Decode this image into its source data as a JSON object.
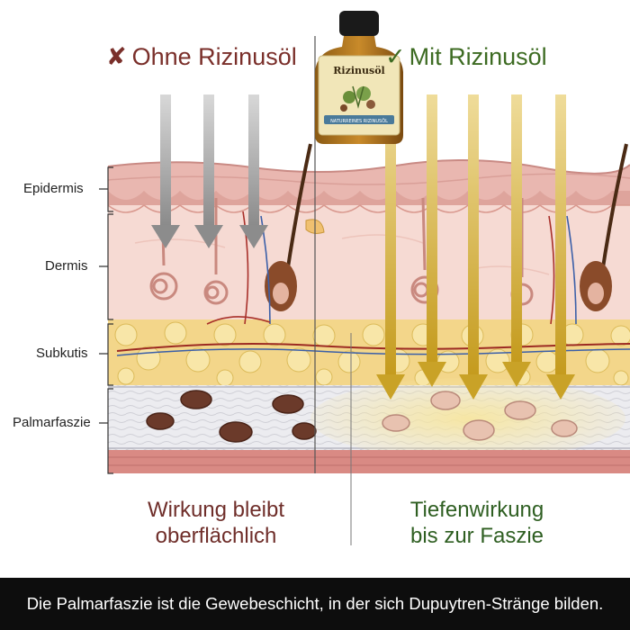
{
  "headers": {
    "left_mark": "✘",
    "left": "Ohne Rizinusöl",
    "right_mark": "✓",
    "right": "Mit Rizinusöl"
  },
  "bottle": {
    "title": "Rizinusöl",
    "band": "NATURREINES RIZINUSÖL"
  },
  "layers": [
    "Epidermis",
    "Dermis",
    "Subkutis",
    "Palmarfaszie"
  ],
  "captions": {
    "left": [
      "Wirkung bleibt",
      "oberflächlich"
    ],
    "right": [
      "Tiefenwirkung",
      "bis zur Faszie"
    ]
  },
  "footer": "Die Palmarfaszie ist die Gewebeschicht, in der sich Dupuytren-Stränge bilden.",
  "colors": {
    "left_heading": "#7a2f2a",
    "right_heading": "#3d6b22",
    "grey_arrow": "#8c8c8c",
    "gold_arrow": "#c9a227",
    "footer_bg": "#0d0d0d"
  }
}
